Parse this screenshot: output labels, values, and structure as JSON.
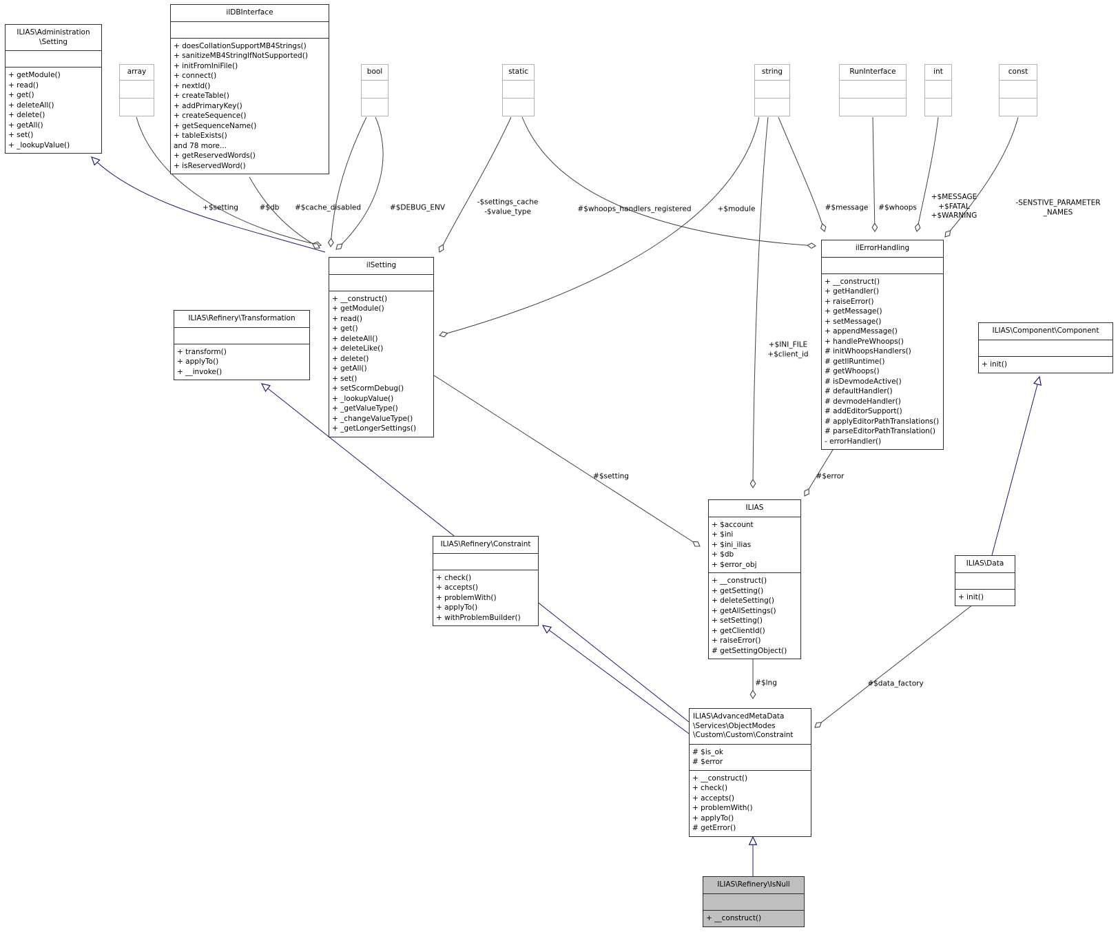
{
  "diagram": {
    "type": "uml-class-collaboration-diagram"
  },
  "colors": {
    "aggregation_edge": "#404040",
    "inheritance_edge": "#191970",
    "class_border": "#2c2c2c",
    "primitive_border": "#b2b2b2",
    "highlight_background": "#bfbfbf",
    "background": "#ffffff"
  },
  "classes": {
    "adminSetting": {
      "kind": "class",
      "title": [
        "ILIAS\\Administration",
        "\\Setting"
      ],
      "attrs": [],
      "methods": [
        "+ getModule()",
        "+ read()",
        "+ get()",
        "+ deleteAll()",
        "+ delete()",
        "+ getAll()",
        "+ set()",
        "+ _lookupValue()"
      ]
    },
    "dbInterface": {
      "kind": "class",
      "title": [
        "ilDBInterface"
      ],
      "attrs": [],
      "methods": [
        "+ doesCollationSupportMB4Strings()",
        "+ sanitizeMB4StringIfNotSupported()",
        "+ initFromIniFile()",
        "+ connect()",
        "+ nextId()",
        "+ createTable()",
        "+ addPrimaryKey()",
        "+ createSequence()",
        "+ getSequenceName()",
        "+ tableExists()",
        "and 78 more...",
        "+ getReservedWords()",
        "+ isReservedWord()"
      ]
    },
    "array": {
      "kind": "primitive",
      "title": [
        "array"
      ],
      "attrs": [],
      "methods": []
    },
    "bool": {
      "kind": "primitive",
      "title": [
        "bool"
      ],
      "attrs": [],
      "methods": []
    },
    "static": {
      "kind": "primitive",
      "title": [
        "static"
      ],
      "attrs": [],
      "methods": []
    },
    "string": {
      "kind": "primitive",
      "title": [
        "string"
      ],
      "attrs": [],
      "methods": []
    },
    "runInterface": {
      "kind": "primitive",
      "title": [
        "RunInterface"
      ],
      "attrs": [],
      "methods": []
    },
    "int": {
      "kind": "primitive",
      "title": [
        "int"
      ],
      "attrs": [],
      "methods": []
    },
    "const": {
      "kind": "primitive",
      "title": [
        "const"
      ],
      "attrs": [],
      "methods": []
    },
    "ilSetting": {
      "kind": "class",
      "title": [
        "ilSetting"
      ],
      "attrs": [],
      "methods": [
        "+ __construct()",
        "+ getModule()",
        "+ read()",
        "+ get()",
        "+ deleteAll()",
        "+ deleteLike()",
        "+ delete()",
        "+ getAll()",
        "+ set()",
        "+ setScormDebug()",
        "+ _lookupValue()",
        "+ _getValueType()",
        "+ _changeValueType()",
        "+ _getLongerSettings()"
      ]
    },
    "transformation": {
      "kind": "class",
      "title": [
        "ILIAS\\Refinery\\Transformation"
      ],
      "attrs": [],
      "methods": [
        "+ transform()",
        "+ applyTo()",
        "+ __invoke()"
      ]
    },
    "errorHandling": {
      "kind": "class",
      "title": [
        "ilErrorHandling"
      ],
      "attrs": [],
      "methods": [
        "+ __construct()",
        "+ getHandler()",
        "+ raiseError()",
        "+ getMessage()",
        "+ setMessage()",
        "+ appendMessage()",
        "+ handlePreWhoops()",
        "# initWhoopsHandlers()",
        "# getIlRuntime()",
        "# getWhoops()",
        "# isDevmodeActive()",
        "# defaultHandler()",
        "# devmodeHandler()",
        "# addEditorSupport()",
        "# applyEditorPathTranslations()",
        "# parseEditorPathTranslation()",
        "- errorHandler()"
      ]
    },
    "component": {
      "kind": "class",
      "title": [
        "ILIAS\\Component\\Component"
      ],
      "attrs": [],
      "methods": [
        "+ init()"
      ]
    },
    "ilias": {
      "kind": "class",
      "title": [
        "ILIAS"
      ],
      "attrs": [
        "+ $account",
        "+ $ini",
        "+ $ini_ilias",
        "+ $db",
        "+ $error_obj"
      ],
      "methods": [
        "+ __construct()",
        "+ getSetting()",
        "+ deleteSetting()",
        "+ getAllSettings()",
        "+ setSetting()",
        "+ getClientId()",
        "+ raiseError()",
        "# getSettingObject()"
      ]
    },
    "iliasData": {
      "kind": "class",
      "title": [
        "ILIAS\\Data"
      ],
      "attrs": [],
      "methods": [
        "+ init()"
      ]
    },
    "constraint": {
      "kind": "class",
      "title": [
        "ILIAS\\Refinery\\Constraint"
      ],
      "attrs": [],
      "methods": [
        "+ check()",
        "+ accepts()",
        "+ problemWith()",
        "+ applyTo()",
        "+ withProblemBuilder()"
      ]
    },
    "customConstraint": {
      "kind": "class",
      "title": [
        "ILIAS\\AdvancedMetaData",
        "\\Services\\ObjectModes",
        "\\Custom\\Custom\\Constraint"
      ],
      "attrs": [
        "# $is_ok",
        "# $error"
      ],
      "methods": [
        "+ __construct()",
        "+ check()",
        "+ accepts()",
        "+ problemWith()",
        "+ applyTo()",
        "# getError()"
      ]
    },
    "isNull": {
      "kind": "highlight",
      "title": [
        "ILIAS\\Refinery\\IsNull"
      ],
      "attrs": [],
      "methods": [
        "+ __construct()"
      ]
    }
  },
  "edge_labels": {
    "setting": {
      "lines": [
        "+$setting"
      ]
    },
    "db": {
      "lines": [
        "#$db"
      ]
    },
    "cacheDisabled": {
      "lines": [
        "#$cache_disabled"
      ]
    },
    "debugEnv": {
      "lines": [
        "#$DEBUG_ENV"
      ]
    },
    "settingsCache": {
      "lines": [
        "-$settings_cache",
        "-$value_type"
      ]
    },
    "whoopsHandlers": {
      "lines": [
        "#$whoops_handlers_registered"
      ]
    },
    "module": {
      "lines": [
        "+$module"
      ]
    },
    "message": {
      "lines": [
        "#$message"
      ]
    },
    "whoops": {
      "lines": [
        "#$whoops"
      ]
    },
    "messageFatalWarning": {
      "lines": [
        "+$MESSAGE",
        "+$FATAL",
        "+$WARNING"
      ]
    },
    "senstive": {
      "lines": [
        "-SENSTIVE_PARAMETER",
        "_NAMES"
      ]
    },
    "iniFile": {
      "lines": [
        "+$INI_FILE",
        "+$client_id"
      ]
    },
    "settingRef": {
      "lines": [
        "#$setting"
      ]
    },
    "error": {
      "lines": [
        "#$error"
      ]
    },
    "lng": {
      "lines": [
        "#$lng"
      ]
    },
    "dataFactory": {
      "lines": [
        "#$data_factory"
      ]
    }
  }
}
